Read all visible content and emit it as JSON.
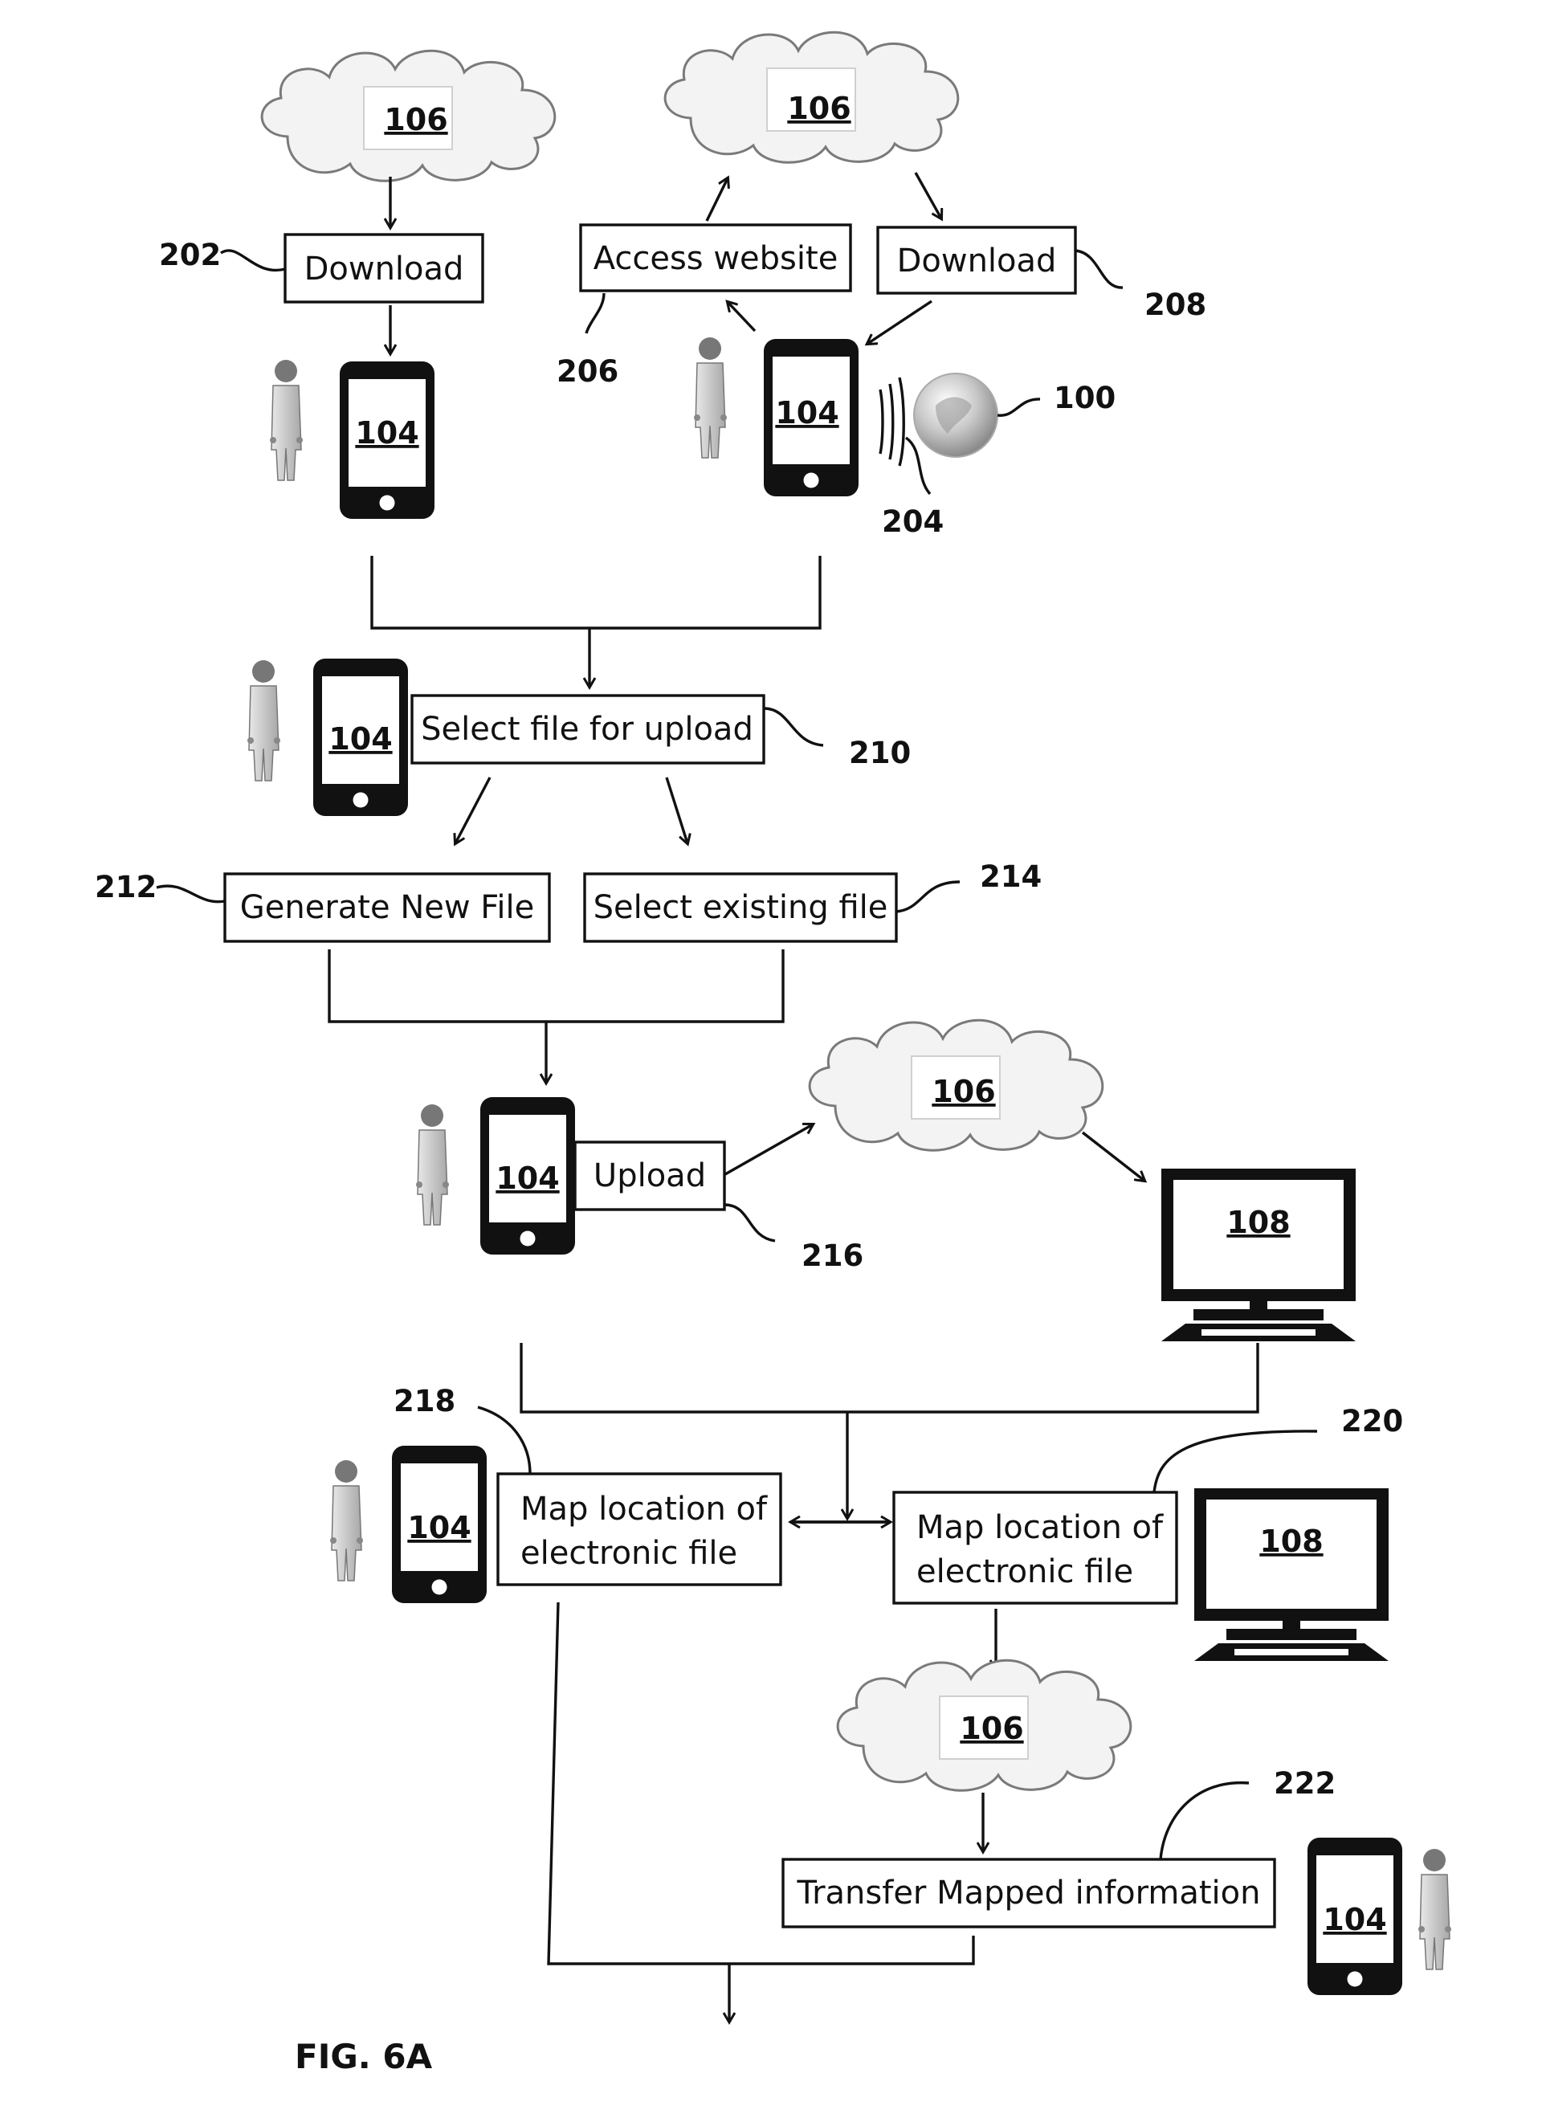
{
  "figure_label": "FIG. 6A",
  "clouds": {
    "top_left": "106",
    "top_right": "106",
    "middle": "106",
    "bottom": "106"
  },
  "phones": {
    "top_left": "104",
    "top_right": "104",
    "select": "104",
    "upload": "104",
    "map": "104",
    "transfer": "104"
  },
  "computers": {
    "upload": "108",
    "map": "108"
  },
  "steps": {
    "download_left": "Download",
    "access_website": "Access website",
    "download_right": "Download",
    "select_file": "Select file for upload",
    "generate_new": "Generate New File",
    "select_existing": "Select existing file",
    "upload": "Upload",
    "map_left_line1": "Map location of",
    "map_left_line2": "electronic file",
    "map_right_line1": "Map location of",
    "map_right_line2": "electronic file",
    "transfer": "Transfer Mapped information"
  },
  "refs": {
    "r202": "202",
    "r206": "206",
    "r208": "208",
    "r100": "100",
    "r204": "204",
    "r210": "210",
    "r212": "212",
    "r214": "214",
    "r216": "216",
    "r218": "218",
    "r220": "220",
    "r222": "222"
  }
}
